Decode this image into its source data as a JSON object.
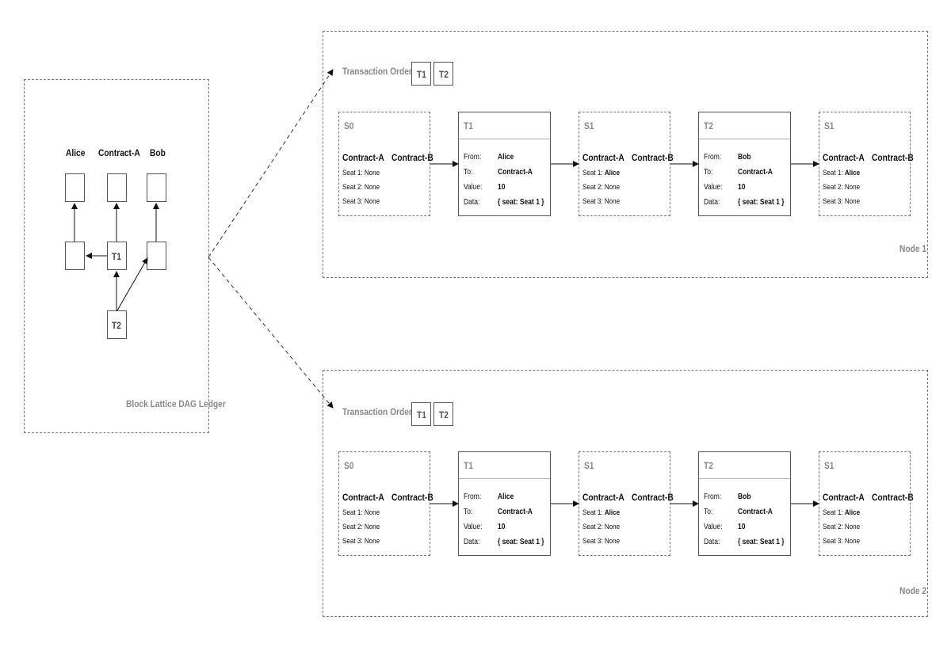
{
  "ledger": {
    "caption": "Block Lattice DAG Ledger",
    "accounts": [
      "Alice",
      "Contract-A",
      "Bob"
    ],
    "dag_labels": {
      "t1": "T1",
      "t2": "T2"
    }
  },
  "nodes": [
    {
      "label": "Node 1",
      "order_caption": "Transaction Order:",
      "order": [
        "T1",
        "T2"
      ],
      "states": [
        {
          "title": "S0",
          "contract_a": "Contract-A",
          "contract_b": "Contract-B",
          "seats": [
            {
              "k": "Seat 1:",
              "v": "None"
            },
            {
              "k": "Seat 2:",
              "v": "None"
            },
            {
              "k": "Seat 3:",
              "v": "None"
            }
          ]
        },
        {
          "title": "S1",
          "contract_a": "Contract-A",
          "contract_b": "Contract-B",
          "seats": [
            {
              "k": "Seat 1:",
              "v": "Alice"
            },
            {
              "k": "Seat 2:",
              "v": "None"
            },
            {
              "k": "Seat 3:",
              "v": "None"
            }
          ]
        },
        {
          "title": "S1",
          "contract_a": "Contract-A",
          "contract_b": "Contract-B",
          "seats": [
            {
              "k": "Seat 1:",
              "v": "Alice"
            },
            {
              "k": "Seat 2:",
              "v": "None"
            },
            {
              "k": "Seat 3:",
              "v": "None"
            }
          ]
        }
      ],
      "txs": [
        {
          "title": "T1",
          "rows": [
            {
              "k": "From:",
              "v": "Alice"
            },
            {
              "k": "To:",
              "v": "Contract-A"
            },
            {
              "k": "Value:",
              "v": "10"
            },
            {
              "k": "Data:",
              "v": "{ seat: Seat 1 }"
            }
          ]
        },
        {
          "title": "T2",
          "rows": [
            {
              "k": "From:",
              "v": "Bob"
            },
            {
              "k": "To:",
              "v": "Contract-A"
            },
            {
              "k": "Value:",
              "v": "10"
            },
            {
              "k": "Data:",
              "v": "{ seat: Seat 1 }"
            }
          ]
        }
      ]
    },
    {
      "label": "Node 2",
      "order_caption": "Transaction Order:",
      "order": [
        "T1",
        "T2"
      ],
      "states": [
        {
          "title": "S0",
          "contract_a": "Contract-A",
          "contract_b": "Contract-B",
          "seats": [
            {
              "k": "Seat 1:",
              "v": "None"
            },
            {
              "k": "Seat 2:",
              "v": "None"
            },
            {
              "k": "Seat 3:",
              "v": "None"
            }
          ]
        },
        {
          "title": "S1",
          "contract_a": "Contract-A",
          "contract_b": "Contract-B",
          "seats": [
            {
              "k": "Seat 1:",
              "v": "Alice"
            },
            {
              "k": "Seat 2:",
              "v": "None"
            },
            {
              "k": "Seat 3:",
              "v": "None"
            }
          ]
        },
        {
          "title": "S1",
          "contract_a": "Contract-A",
          "contract_b": "Contract-B",
          "seats": [
            {
              "k": "Seat 1:",
              "v": "Alice"
            },
            {
              "k": "Seat 2:",
              "v": "None"
            },
            {
              "k": "Seat 3:",
              "v": "None"
            }
          ]
        }
      ],
      "txs": [
        {
          "title": "T1",
          "rows": [
            {
              "k": "From:",
              "v": "Alice"
            },
            {
              "k": "To:",
              "v": "Contract-A"
            },
            {
              "k": "Value:",
              "v": "10"
            },
            {
              "k": "Data:",
              "v": "{ seat: Seat 1 }"
            }
          ]
        },
        {
          "title": "T2",
          "rows": [
            {
              "k": "From:",
              "v": "Bob"
            },
            {
              "k": "To:",
              "v": "Contract-A"
            },
            {
              "k": "Value:",
              "v": "10"
            },
            {
              "k": "Data:",
              "v": "{ seat: Seat 1 }"
            }
          ]
        }
      ]
    }
  ]
}
